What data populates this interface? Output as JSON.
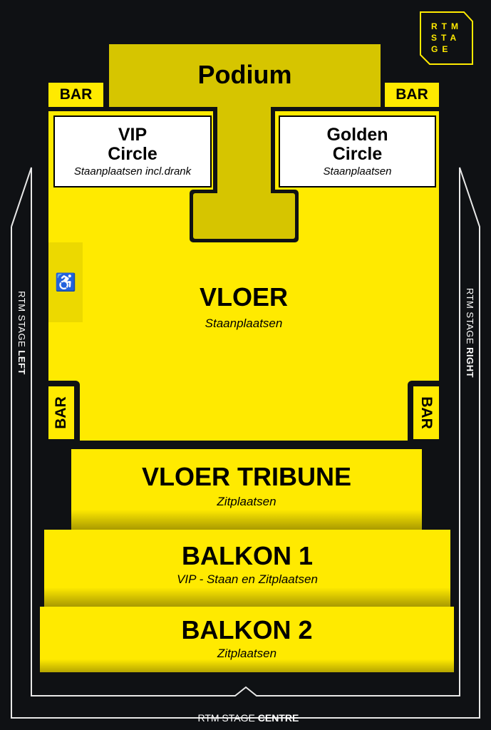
{
  "logo": {
    "line1": "RTM",
    "line2": "STA",
    "line3": "GE"
  },
  "podium": {
    "label": "Podium"
  },
  "bars": {
    "top_left": "BAR",
    "top_right": "BAR",
    "bottom_left": "BAR",
    "bottom_right": "BAR"
  },
  "vip_circle": {
    "line1": "VIP",
    "line2": "Circle",
    "subtitle": "Staanplaatsen incl.drank"
  },
  "golden_circle": {
    "line1": "Golden",
    "line2": "Circle",
    "subtitle": "Staanplaatsen"
  },
  "vloer": {
    "label": "VLOER",
    "subtitle": "Staanplaatsen",
    "accessibility_icon": "wheelchair-icon"
  },
  "vloer_tribune": {
    "label": "VLOER TRIBUNE",
    "subtitle": "Zitplaatsen"
  },
  "balkon1": {
    "label": "BALKON 1",
    "subtitle": "VIP - Staan en Zitplaatsen"
  },
  "balkon2": {
    "label": "BALKON 2",
    "subtitle": "Zitplaatsen"
  },
  "sides": {
    "left_prefix": "RTM STAGE ",
    "left_bold": "LEFT",
    "right_prefix": "RTM STAGE ",
    "right_bold": "RIGHT",
    "centre_prefix": "RTM STAGE ",
    "centre_bold": "CENTRE"
  },
  "colors": {
    "background": "#0f1114",
    "yellow": "#ffea00",
    "dark_yellow": "#d6c500"
  }
}
